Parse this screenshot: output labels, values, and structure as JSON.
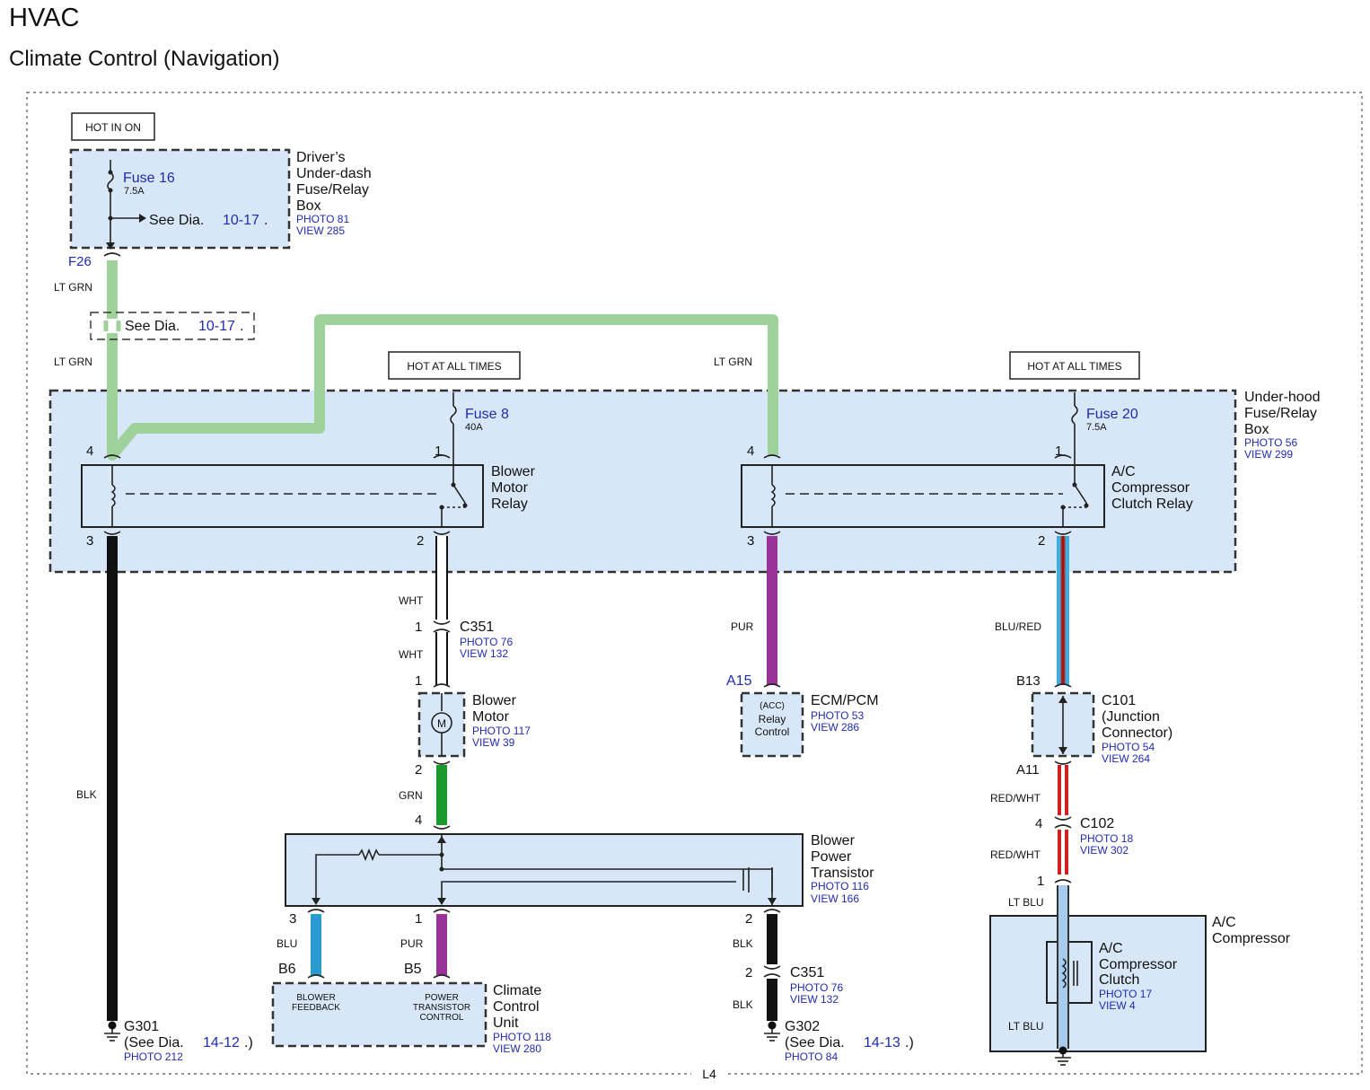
{
  "title": "HVAC",
  "subtitle": "Climate Control (Navigation)",
  "page_label": "L4",
  "hot_labels": [
    "HOT IN ON",
    "HOT AT ALL TIMES",
    "HOT AT ALL TIMES"
  ],
  "drivers_box": {
    "lines": [
      "Driver’s",
      "Under-dash",
      "Fuse/Relay",
      "Box"
    ],
    "photo": "PHOTO 81",
    "view": "VIEW 285",
    "fuse_name": "Fuse 16",
    "fuse_rating": "7.5A",
    "see_dia_prefix": "See Dia.",
    "see_dia_ref": "10-17",
    "terminal": "F26"
  },
  "see_dia_splice": {
    "prefix": "See Dia.",
    "ref": "10-17"
  },
  "underhood_box": {
    "lines": [
      "Under-hood",
      "Fuse/Relay",
      "Box"
    ],
    "photo": "PHOTO 56",
    "view": "VIEW 299",
    "fuse8_name": "Fuse 8",
    "fuse8_rating": "40A",
    "fuse20_name": "Fuse 20",
    "fuse20_rating": "7.5A"
  },
  "blower_relay": {
    "lines": [
      "Blower",
      "Motor",
      "Relay"
    ],
    "pins": [
      "4",
      "1",
      "3",
      "2"
    ]
  },
  "ac_relay": {
    "lines": [
      "A/C",
      "Compressor",
      "Clutch Relay"
    ],
    "pins": [
      "4",
      "1",
      "3",
      "2"
    ]
  },
  "wires": {
    "lt_grn_1": "LT GRN",
    "lt_grn_2": "LT GRN",
    "lt_grn_3": "LT GRN",
    "blk_main": "BLK",
    "wht_1": "WHT",
    "wht_2": "WHT",
    "grn": "GRN",
    "pur_1": "PUR",
    "pur_2": "PUR",
    "blu": "BLU",
    "blk_2": "BLK",
    "blk_3": "BLK",
    "blu_red": "BLU/RED",
    "red_wht_1": "RED/WHT",
    "red_wht_2": "RED/WHT",
    "lt_blu_1": "LT BLU",
    "lt_blu_2": "LT BLU"
  },
  "wire_colors": {
    "lt_grn": "#9fd19a",
    "blk": "#111111",
    "wht": "#ffffff",
    "grn": "#1a9a2a",
    "pur": "#993399",
    "blu": "#2a9ad0",
    "blu_red_outer": "#3ab0e0",
    "red_wht": "#cc2222",
    "lt_blu": "#a8ccee"
  },
  "c351_a": {
    "name": "C351",
    "photo": "PHOTO 76",
    "view": "VIEW 132",
    "pin_top": "1",
    "pin_bottom": "1"
  },
  "blower_motor": {
    "lines": [
      "Blower",
      "Motor"
    ],
    "photo": "PHOTO 117",
    "view": "VIEW 39",
    "pin": "2",
    "symbol": "M"
  },
  "ecm": {
    "name": "ECM/PCM",
    "photo": "PHOTO 53",
    "view": "VIEW 286",
    "terminal": "A15",
    "inner": [
      "(ACC)",
      "Relay",
      "Control"
    ]
  },
  "c101": {
    "lines": [
      "C101",
      "(Junction",
      "Connector)"
    ],
    "photo": "PHOTO 54",
    "view": "VIEW 264",
    "terminal_top": "B13",
    "terminal_bottom": "A11"
  },
  "c102": {
    "name": "C102",
    "photo": "PHOTO 18",
    "view": "VIEW 302",
    "pin_top": "4",
    "pin_bottom": "1"
  },
  "transistor": {
    "lines": [
      "Blower",
      "Power",
      "Transistor"
    ],
    "photo": "PHOTO 116",
    "view": "VIEW 166",
    "pin_in": "4",
    "pins": [
      "3",
      "1",
      "2"
    ]
  },
  "climate_unit": {
    "lines": [
      "Climate",
      "Control",
      "Unit"
    ],
    "photo": "PHOTO 118",
    "view": "VIEW 280",
    "terminal_b6": "B6",
    "terminal_b5": "B5",
    "feedback": [
      "BLOWER",
      "FEEDBACK"
    ],
    "power": [
      "POWER",
      "TRANSISTOR",
      "CONTROL"
    ]
  },
  "c351_b": {
    "name": "C351",
    "photo": "PHOTO 76",
    "view": "VIEW 132",
    "pin": "2"
  },
  "g301": {
    "name": "G301",
    "see_prefix": "(See Dia.",
    "ref": "14-12",
    "suffix": ".)",
    "photo": "PHOTO 212"
  },
  "g302": {
    "name": "G302",
    "see_prefix": "(See Dia.",
    "ref": "14-13",
    "suffix": ".)",
    "photo": "PHOTO 84"
  },
  "ac_compressor": {
    "lines": [
      "A/C",
      "Compressor"
    ],
    "clutch_lines": [
      "A/C",
      "Compressor",
      "Clutch"
    ],
    "photo": "PHOTO 17",
    "view": "VIEW 4"
  }
}
